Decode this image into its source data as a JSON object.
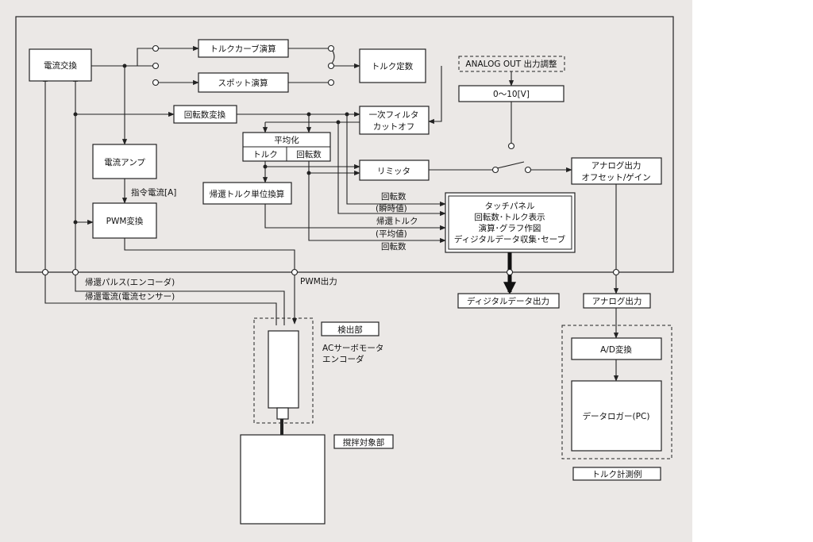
{
  "colors": {
    "background": "#ebe8e6",
    "line": "#222222",
    "box": "#ffffff"
  },
  "blocks": {
    "current_exchange": "電流交換",
    "torque_curve": "トルクカーブ演算",
    "spot_calc": "スポット演算",
    "torque_const": "トルク定数",
    "analog_out_adj": "ANALOG OUT 出力調整",
    "range": "0～10[V]",
    "rpm_convert": "回転数変換",
    "filter_line1": "一次フィルタ",
    "filter_line2": "カットオフ",
    "average": "平均化",
    "avg_torque": "トルク",
    "avg_rpm": "回転数",
    "limiter": "リミッタ",
    "analog_gain_line1": "アナログ出力",
    "analog_gain_line2": "オフセット/ゲイン",
    "current_amp": "電流アンプ",
    "command_current": "指令電流[A]",
    "feedback_torque_unit": "帰還トルク単位換算",
    "pwm_convert": "PWM変換",
    "touch_line1": "タッチパネル",
    "touch_line2": "回転数･トルク表示",
    "touch_line3": "演算･グラフ作図",
    "touch_line4": "ディジタルデータ収集･セーブ",
    "digital_out": "ディジタルデータ出力",
    "analog_out": "アナログ出力",
    "ad_convert": "A/D変換",
    "data_logger": "データロガー(PC)",
    "torque_example": "トルク計測例",
    "detector": "検出部",
    "motor_line1": "ACサーボモータ",
    "motor_line2": "エンコーダ",
    "stirring": "撹拌対象部"
  },
  "signals": {
    "rpm_instant_1": "回転数",
    "rpm_instant_2": "(瞬時値)",
    "fb_torque": "帰還トルク",
    "rpm_avg_1": "(平均値)",
    "rpm_avg_2": "回転数",
    "pwm_output": "PWM出力",
    "fb_pulse": "帰還パルス(エンコーダ)",
    "fb_current": "帰還電流(電流センサー)"
  }
}
